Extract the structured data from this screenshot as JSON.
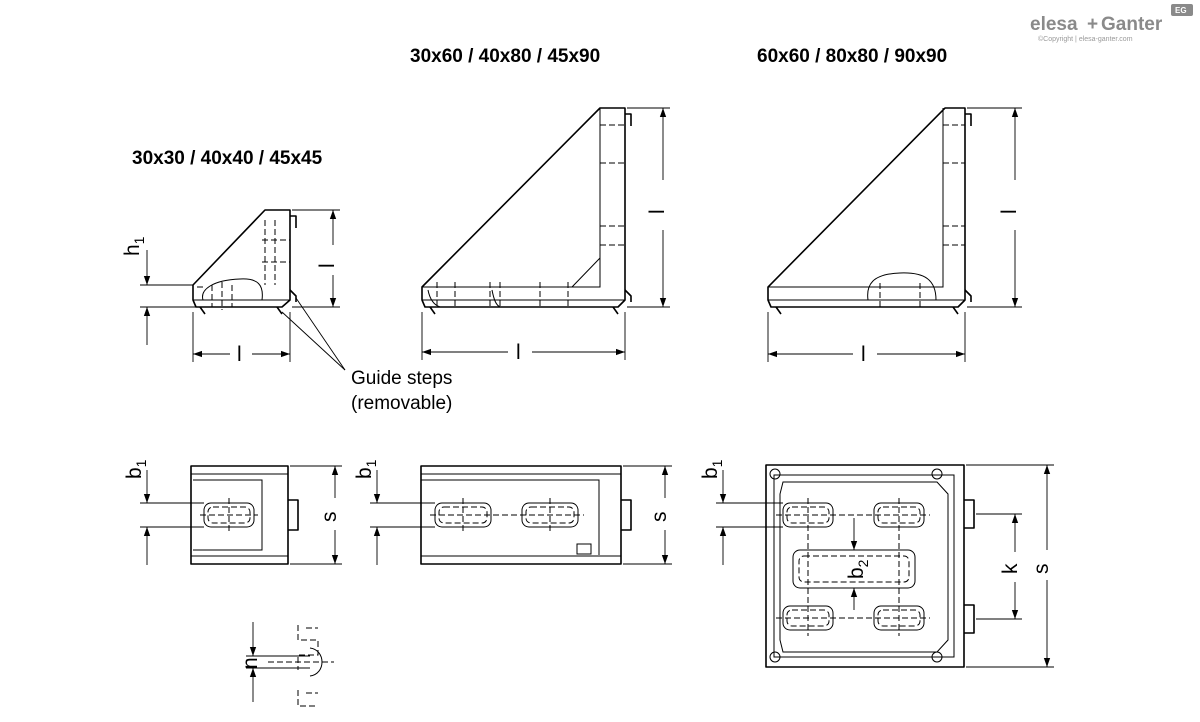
{
  "brand": {
    "logo_left": "elesa",
    "logo_plus": "+",
    "logo_right": "Ganter",
    "badge": "EG",
    "copyright": "©Copyright | elesa-ganter.com"
  },
  "titles": {
    "small": "30x30 / 40x40 / 45x45",
    "medium": "30x60 / 40x80 / 45x90",
    "large": "60x60 / 80x80 / 90x90"
  },
  "dimensions": {
    "l": "l",
    "h": "h",
    "h_sub": "1",
    "b": "b",
    "b_sub": "1",
    "b2": "b",
    "b2_sub": "2",
    "s": "s",
    "k": "k",
    "n": "n"
  },
  "annotation": {
    "line1": "Guide steps",
    "line2": "(removable)"
  }
}
